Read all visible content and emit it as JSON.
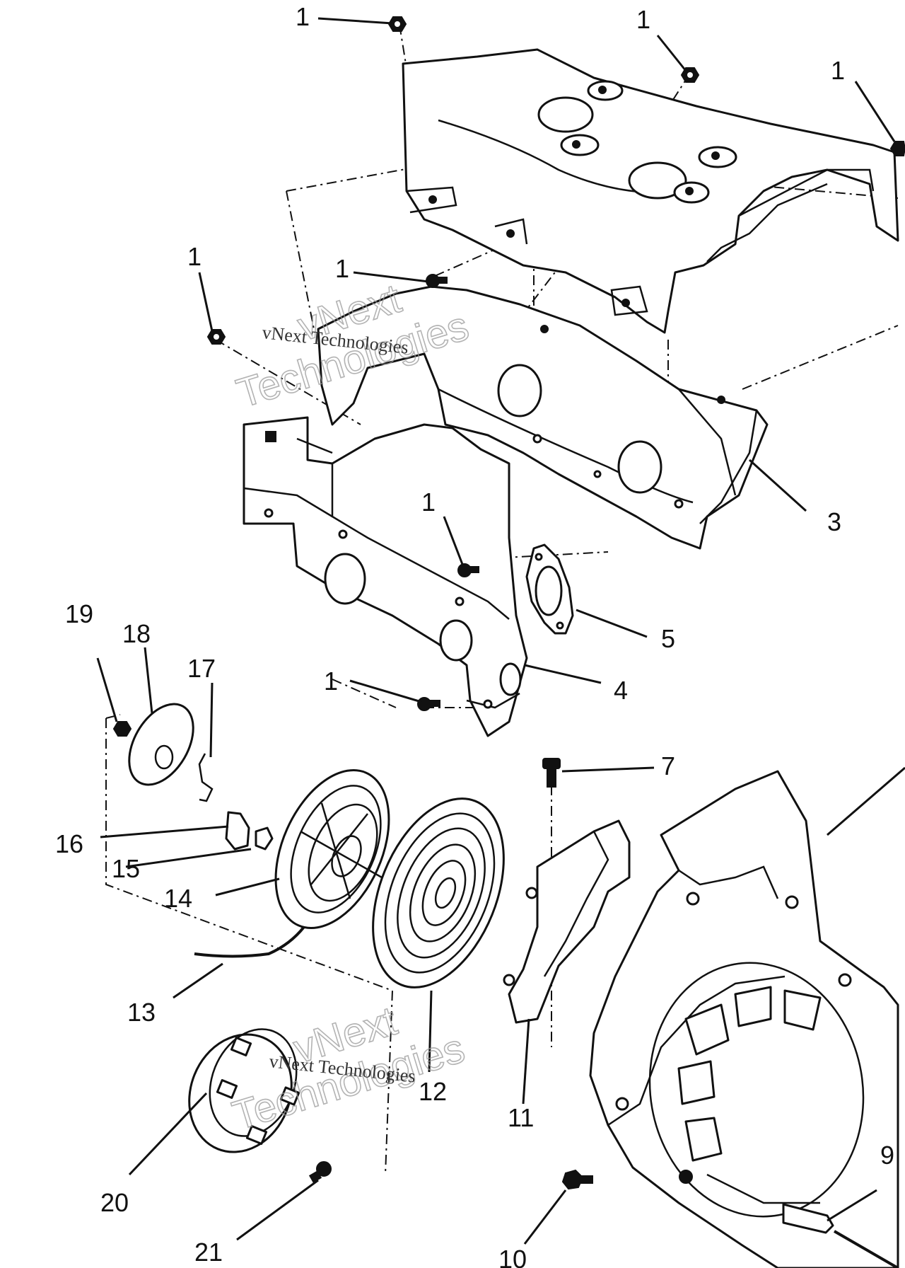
{
  "callouts": [
    {
      "id": "c1a",
      "text": "1"
    },
    {
      "id": "c1b",
      "text": "1"
    },
    {
      "id": "c1c",
      "text": "1"
    },
    {
      "id": "c1d",
      "text": "1"
    },
    {
      "id": "c1e",
      "text": "1"
    },
    {
      "id": "c1f",
      "text": "1"
    },
    {
      "id": "c1g",
      "text": "1"
    },
    {
      "id": "c3",
      "text": "3"
    },
    {
      "id": "c4",
      "text": "4"
    },
    {
      "id": "c5",
      "text": "5"
    },
    {
      "id": "c7",
      "text": "7"
    },
    {
      "id": "c9",
      "text": "9"
    },
    {
      "id": "c10",
      "text": "10"
    },
    {
      "id": "c11",
      "text": "11"
    },
    {
      "id": "c12",
      "text": "12"
    },
    {
      "id": "c13",
      "text": "13"
    },
    {
      "id": "c14",
      "text": "14"
    },
    {
      "id": "c15",
      "text": "15"
    },
    {
      "id": "c16",
      "text": "16"
    },
    {
      "id": "c17",
      "text": "17"
    },
    {
      "id": "c18",
      "text": "18"
    },
    {
      "id": "c19",
      "text": "19"
    },
    {
      "id": "c20",
      "text": "20"
    },
    {
      "id": "c21",
      "text": "21"
    }
  ],
  "watermarks": {
    "line1": "vNext",
    "line2": "Technologies",
    "caption": "vNext Technologies"
  }
}
